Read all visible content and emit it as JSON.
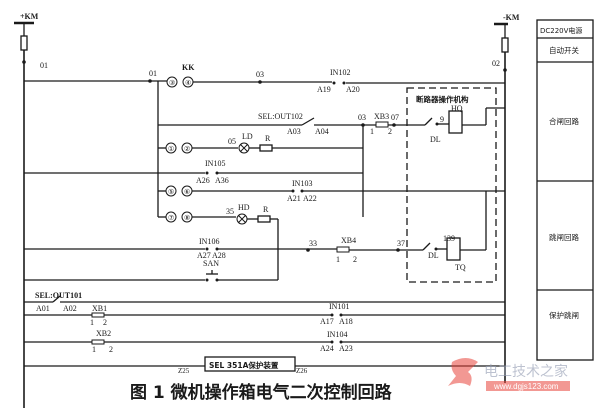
{
  "figure": {
    "caption": "图 1  微机操作箱电气二次控制回路",
    "watermark": {
      "title": "电工技术之家",
      "url": "www.dgjs123.com",
      "accent": "#e8443a"
    }
  },
  "bus": {
    "positive": "+KM",
    "negative": "-KM"
  },
  "nodes": {
    "n01_left": "01",
    "n01_mid": "01",
    "n02_right": "02",
    "n03_top": "03",
    "n03_mid": "03",
    "n05": "05",
    "n07": "07",
    "n09": "9",
    "n33": "33",
    "n35": "35",
    "n37": "37",
    "n139": "139",
    "z25": "Z25",
    "z26": "Z26"
  },
  "switch": {
    "name": "KK",
    "contacts": [
      "③",
      "④",
      "①",
      "②",
      "⑤",
      "⑥",
      "⑦",
      "⑧"
    ]
  },
  "inputs": {
    "in102": {
      "name": "IN102",
      "a": "A19",
      "b": "A20"
    },
    "out102": {
      "name": "SEL:OUT102",
      "a": "A03",
      "b": "A04"
    },
    "in105": {
      "name": "IN105",
      "a": "A26",
      "b": "A36"
    },
    "in103": {
      "name": "IN103",
      "a": "A21",
      "b": "A22"
    },
    "in106": {
      "name": "IN106",
      "a": "A27",
      "b": "A28"
    },
    "out101": {
      "name": "SEL:OUT101",
      "a": "A01",
      "b": "A02"
    },
    "in101": {
      "name": "IN101",
      "a": "A17",
      "b": "A18"
    },
    "in104": {
      "name": "IN104",
      "a": "A24",
      "b": "A23"
    }
  },
  "components": {
    "ld": "LD",
    "hd": "HD",
    "r1": "R",
    "r2": "R",
    "hq": "HQ",
    "tq": "TQ",
    "dl1": "DL",
    "dl2": "DL",
    "san": "SAN",
    "xb1": "XB1",
    "xb2": "XB2",
    "xb3": "XB3",
    "xb4": "XB4",
    "pins": {
      "p1": "1",
      "p2": "2"
    },
    "mechanism_title": "断路器操作机构",
    "protection_device": "SEL 351A保护装置"
  },
  "legend_column": {
    "items": [
      "DC220V电源",
      "自动开关",
      "合闸回路",
      "跳闸回路",
      "保护跳闸"
    ]
  }
}
